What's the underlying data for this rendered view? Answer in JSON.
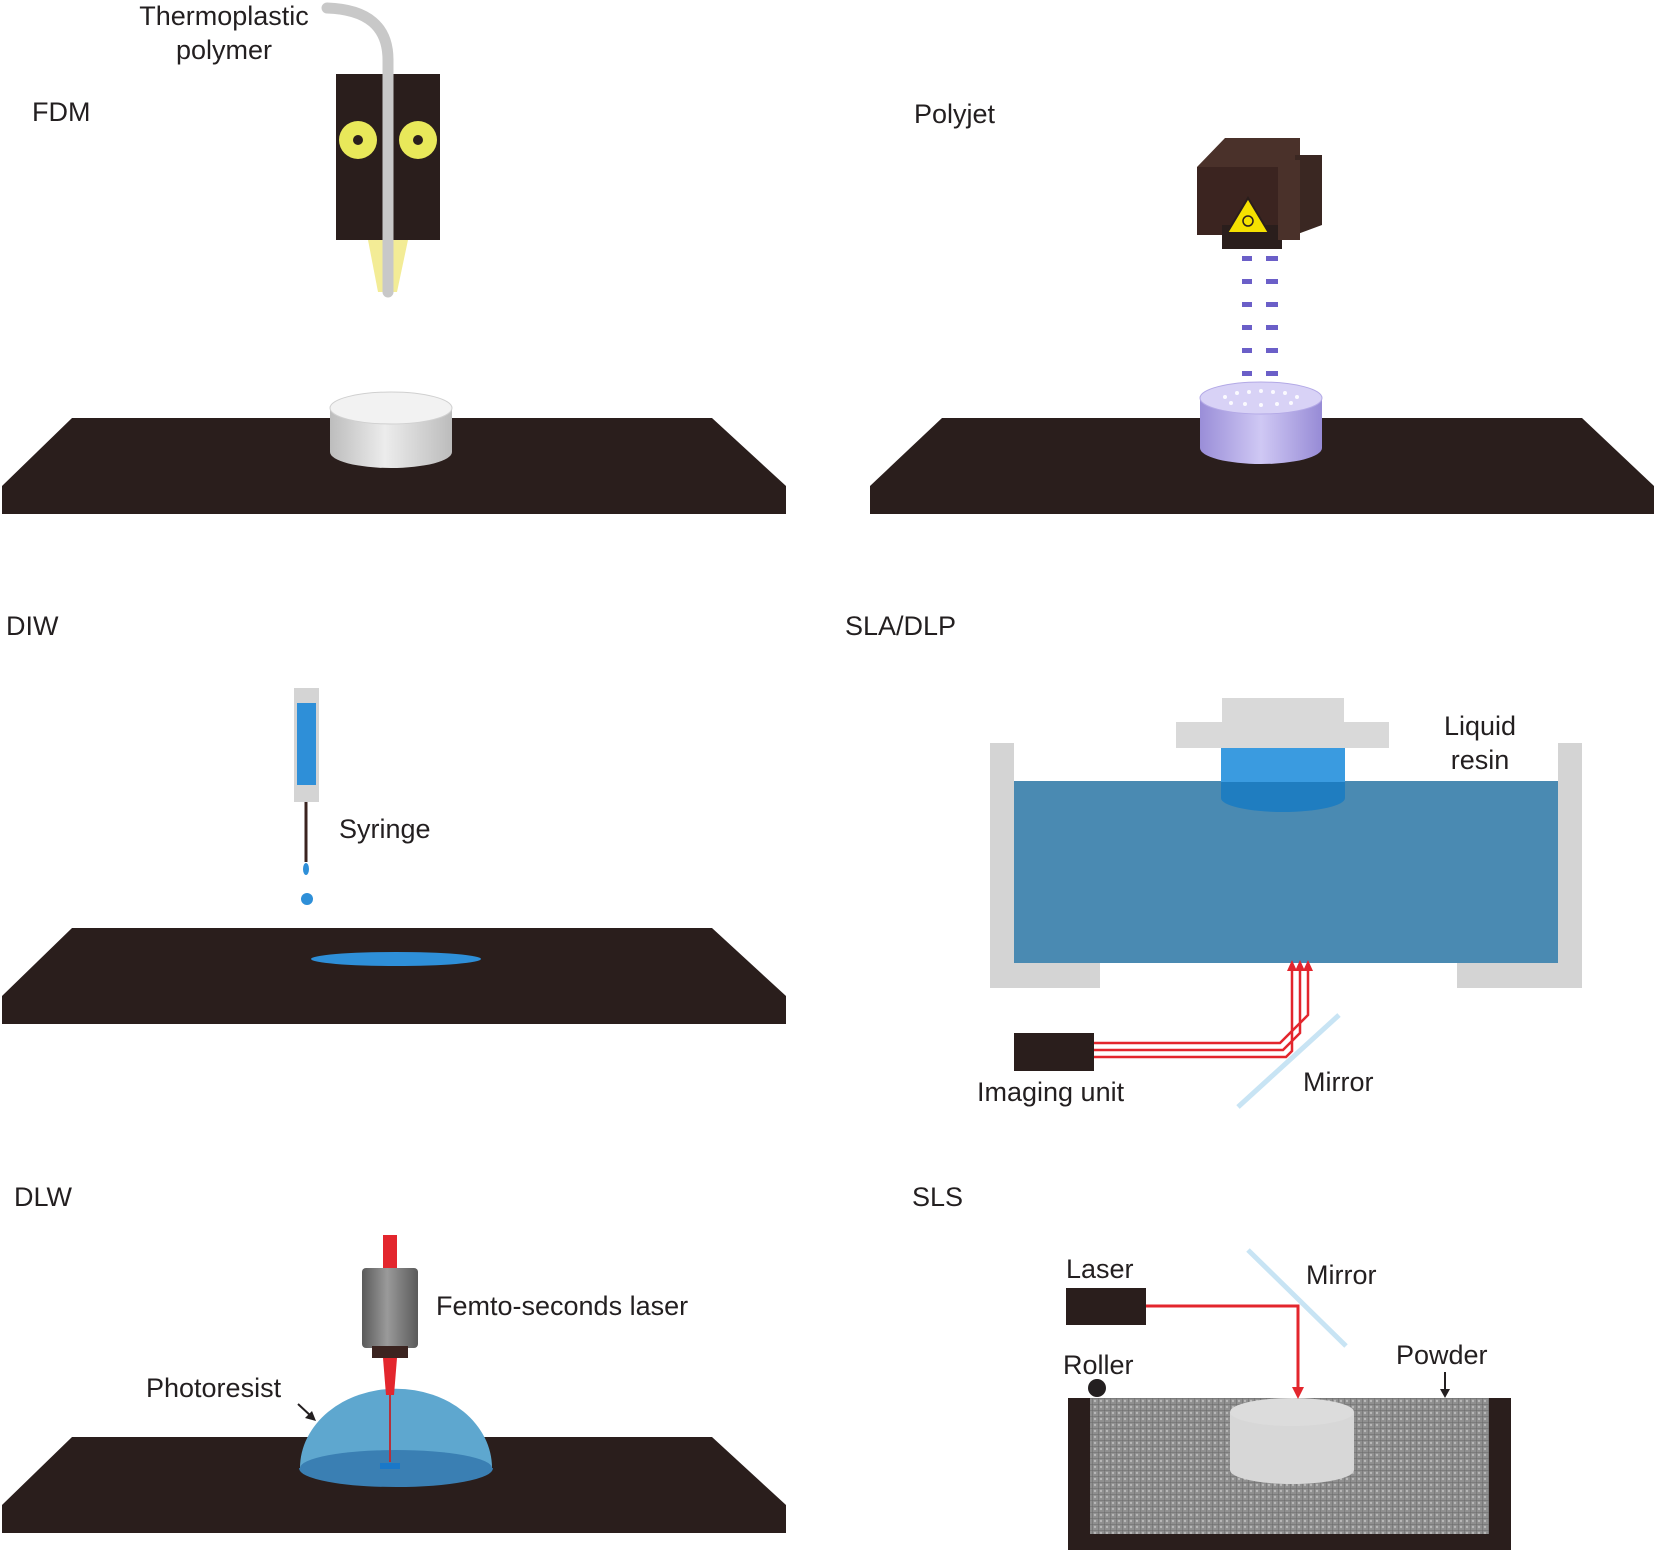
{
  "panels": {
    "fdm": {
      "title": "FDM",
      "label_thermoplastic_line1": "Thermoplastic",
      "label_thermoplastic_line2": "polymer"
    },
    "polyjet": {
      "title": "Polyjet"
    },
    "diw": {
      "title": "DIW",
      "label_syringe": "Syringe"
    },
    "sla": {
      "title": "SLA/DLP",
      "label_resin_line1": "Liquid",
      "label_resin_line2": "resin",
      "label_imaging": "Imaging unit",
      "label_mirror": "Mirror"
    },
    "dlw": {
      "title": "DLW",
      "label_laser": "Femto-seconds laser",
      "label_photoresist": "Photoresist"
    },
    "sls": {
      "title": "SLS",
      "label_laser": "Laser",
      "label_mirror": "Mirror",
      "label_roller": "Roller",
      "label_powder": "Powder"
    }
  },
  "colors": {
    "platform": "#2a1e1c",
    "resin_blue": "#4a8ab2",
    "droplet_blue": "#2e8fd8",
    "laser_red": "#e3262d",
    "polymer_gray": "#d0d0d0",
    "heater_yellow": "#e8e85a",
    "polyjet_purple": "#a89ce0",
    "mirror_blue": "#c8e4f4"
  }
}
